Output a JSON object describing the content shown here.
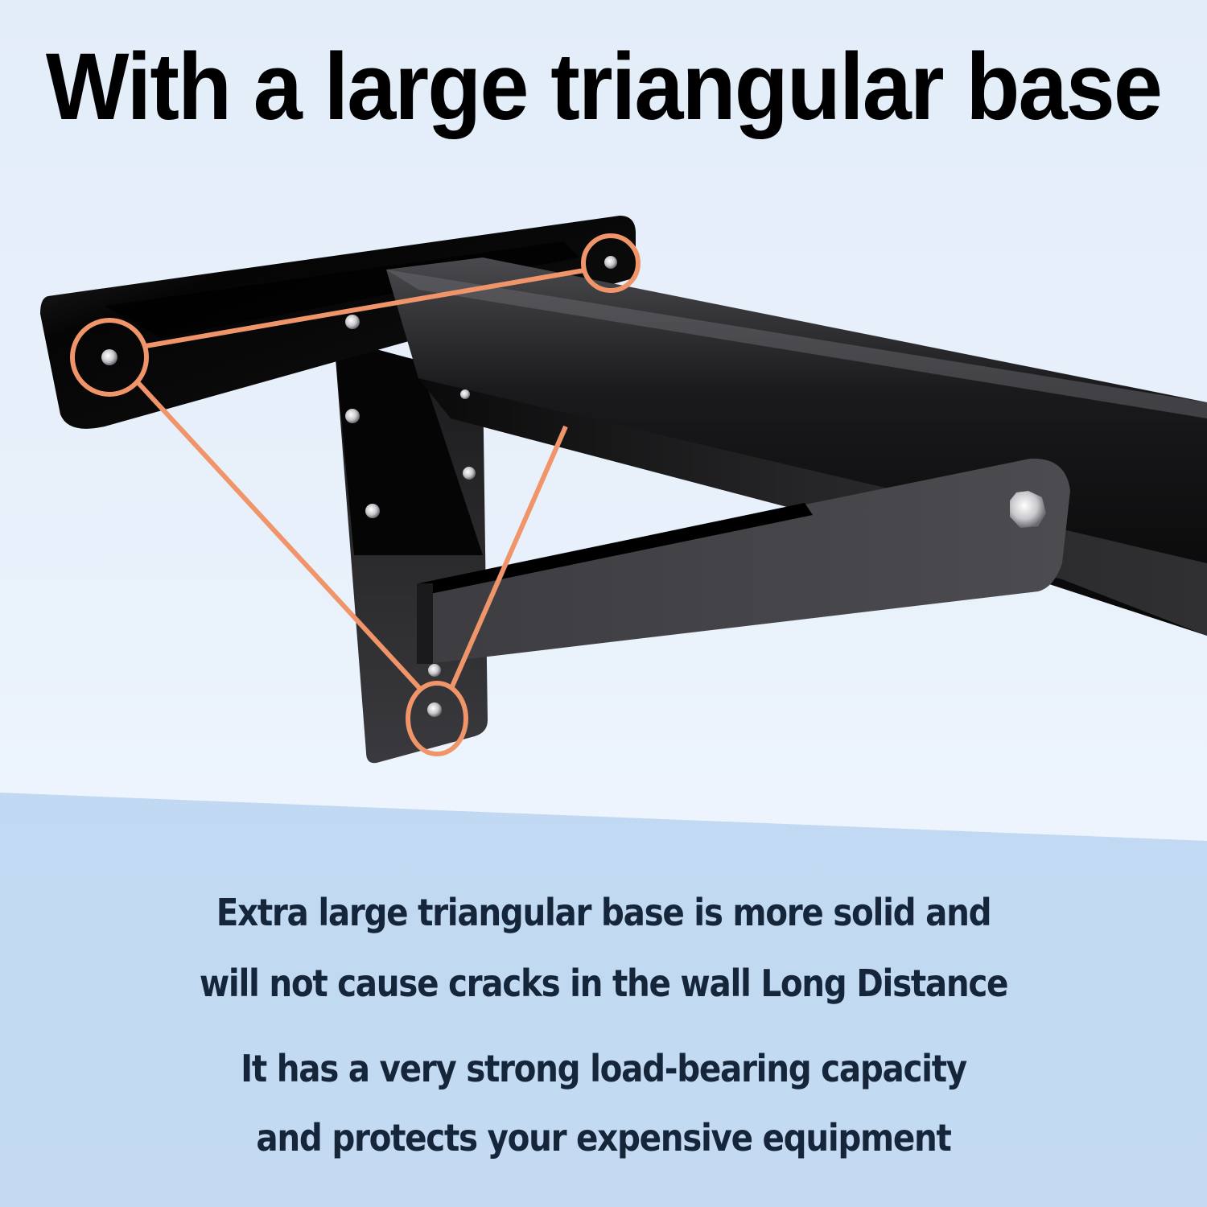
{
  "title": "With a large triangular base",
  "description": {
    "paragraph_1": {
      "line_1": "Extra large triangular base is more solid and",
      "line_2": "will not cause cracks in the wall Long Distance"
    },
    "paragraph_2": {
      "line_1": "It has a very strong load-bearing capacity",
      "line_2": "and protects your expensive equipment"
    }
  },
  "illustration": {
    "subject": "black wall-mount bracket with triangular base",
    "highlight_color": "#f0956a",
    "bracket_color": "#0b0b0c",
    "highlighted_bolts": [
      "top-left-bolt",
      "top-right-bolt",
      "bottom-bolt"
    ]
  }
}
